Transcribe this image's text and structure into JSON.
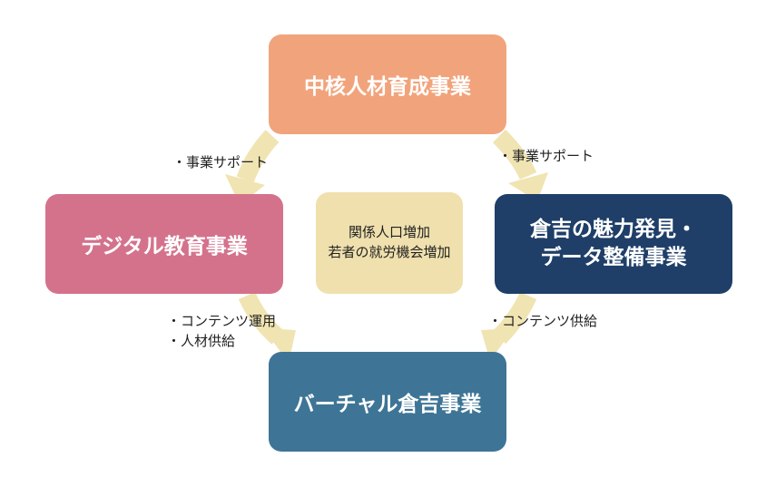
{
  "nodes": {
    "top": "中核人材育成事業",
    "left": "デジタル教育事業",
    "right_line1": "倉吉の魅力発見・",
    "right_line2": "データ整備事業",
    "bottom": "バーチャル倉吉事業",
    "center_line1": "関係人口増加",
    "center_line2": "若者の就労機会増加"
  },
  "edges": {
    "top_left": "・事業サポート",
    "top_right": "・事業サポート",
    "left_bottom_line1": "・コンテンツ運用",
    "left_bottom_line2": "・人材供給",
    "right_bottom": "・コンテンツ供給"
  },
  "colors": {
    "top": "#f1a47c",
    "left": "#d4728c",
    "right": "#1f3f68",
    "bottom": "#3e7596",
    "center": "#efe0ad",
    "arrow": "#f0e4b2"
  }
}
